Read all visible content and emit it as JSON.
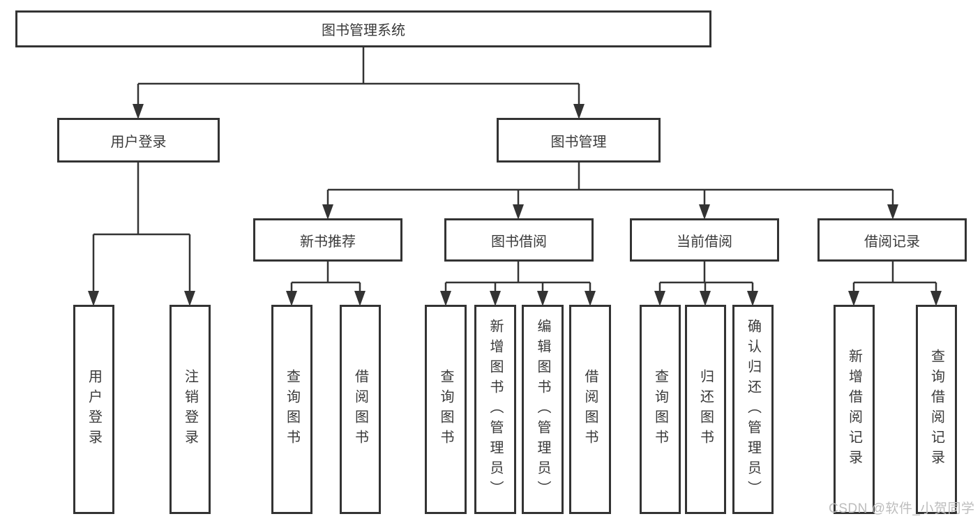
{
  "tree": {
    "root": "图书管理系统",
    "user": {
      "label": "用户登录",
      "children": [
        "用户登录",
        "注销登录"
      ]
    },
    "book": {
      "label": "图书管理",
      "sections": [
        {
          "label": "新书推荐",
          "children": [
            "查询图书",
            "借阅图书"
          ]
        },
        {
          "label": "图书借阅",
          "children": [
            "查询图书",
            "新增图书（管理员）",
            "编辑图书（管理员）",
            "借阅图书"
          ]
        },
        {
          "label": "当前借阅",
          "children": [
            "查询图书",
            "归还图书",
            "确认归还（管理员）"
          ]
        },
        {
          "label": "借阅记录",
          "children": [
            "新增借阅记录",
            "查询借阅记录"
          ]
        }
      ]
    }
  },
  "watermark": "CSDN @软件_小贺同学",
  "colors": {
    "line": "#333333",
    "text": "#3a3a3a",
    "background": "#ffffff",
    "watermark": "#bdbdbd"
  }
}
